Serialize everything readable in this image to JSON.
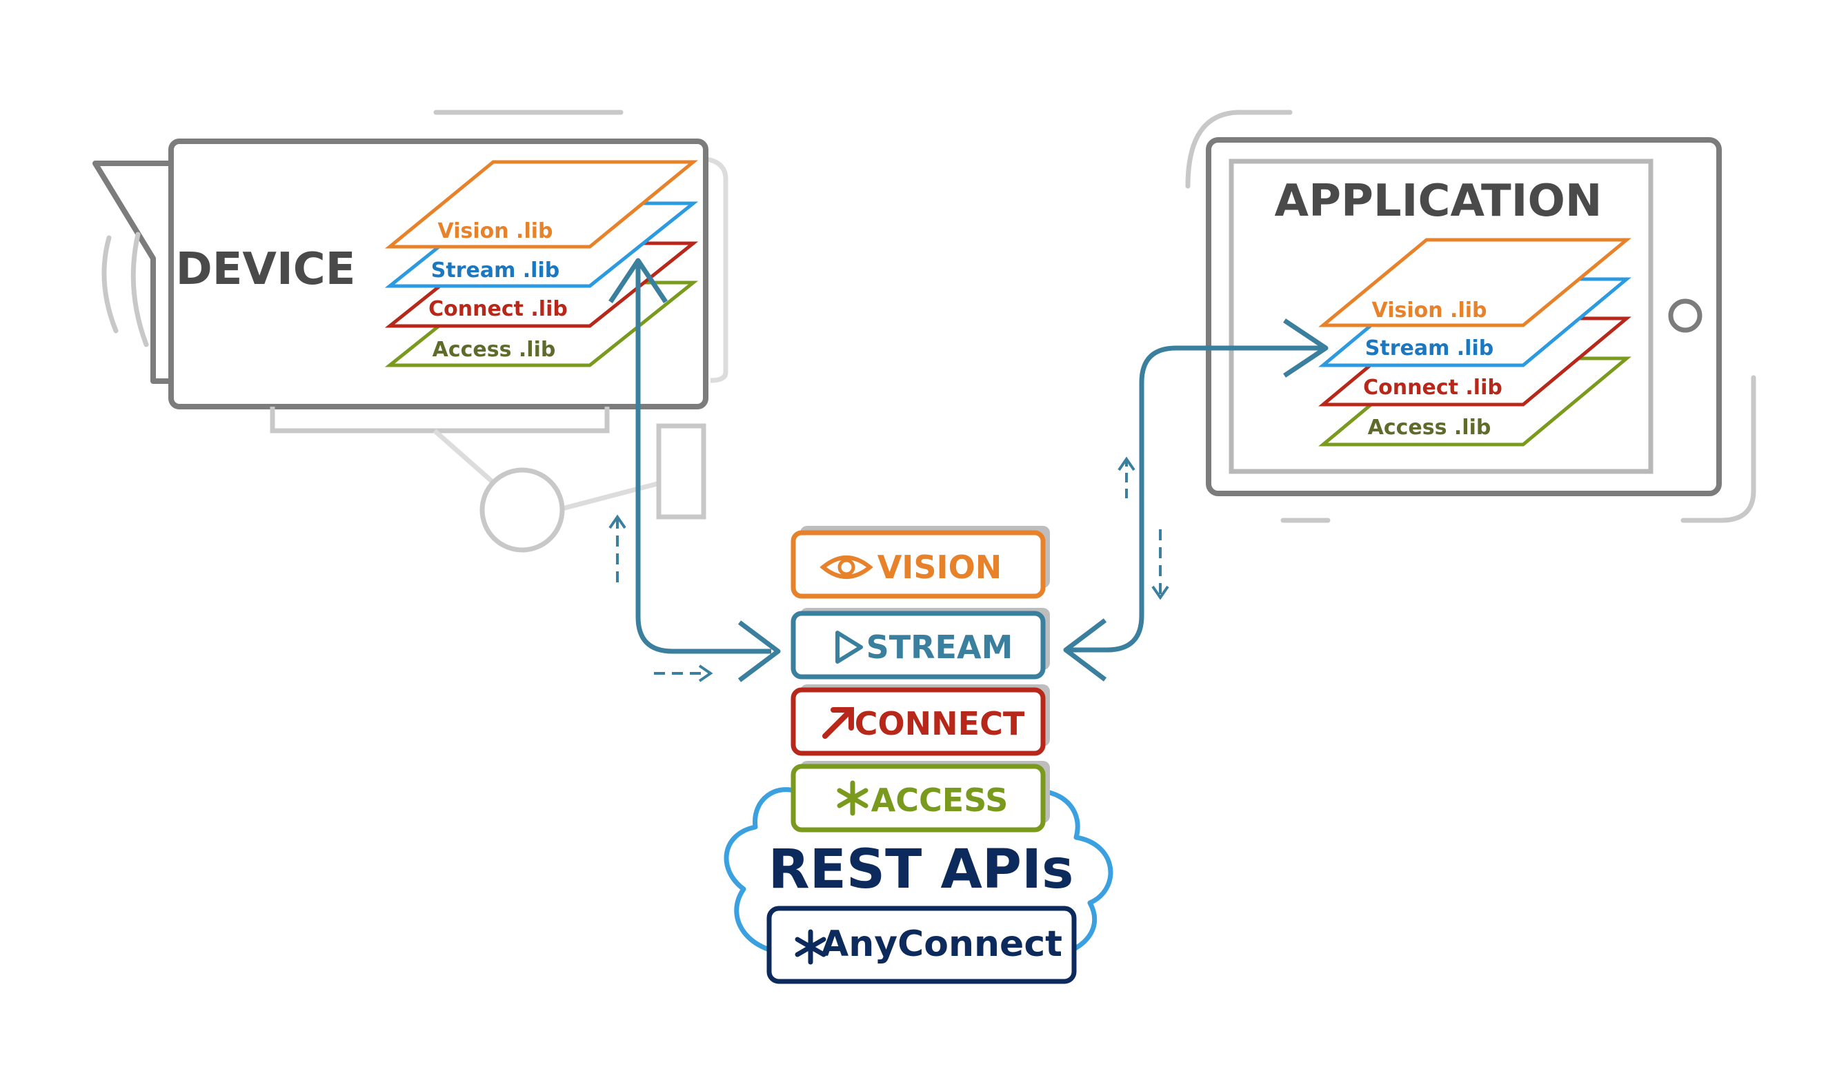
{
  "device": {
    "title": "DEVICE",
    "libs": {
      "vision": "Vision .lib",
      "stream": "Stream .lib",
      "connect": "Connect .lib",
      "access": "Access .lib"
    }
  },
  "application": {
    "title": "APPLICATION",
    "libs": {
      "vision": "Vision .lib",
      "stream": "Stream .lib",
      "connect": "Connect .lib",
      "access": "Access .lib"
    }
  },
  "api_stack": {
    "vision": "VISION",
    "stream": "STREAM",
    "connect": "CONNECT",
    "access": "ACCESS"
  },
  "cloud": {
    "title": "REST APIs",
    "brand": "AnyConnect"
  },
  "colors": {
    "vision": "#e8822a",
    "stream": "#2b9ae0",
    "stream_box": "#3a7f9e",
    "connect": "#b8281a",
    "access": "#7a9a1e",
    "access_text_lib": "#5e6b2a",
    "outline_gray": "#7c7c7c",
    "light_gray": "#c8c8c8",
    "arrow": "#3a7f9e",
    "navy": "#0d2a5c",
    "cloud": "#3aa0e0",
    "title_gray": "#4a4a4a"
  }
}
